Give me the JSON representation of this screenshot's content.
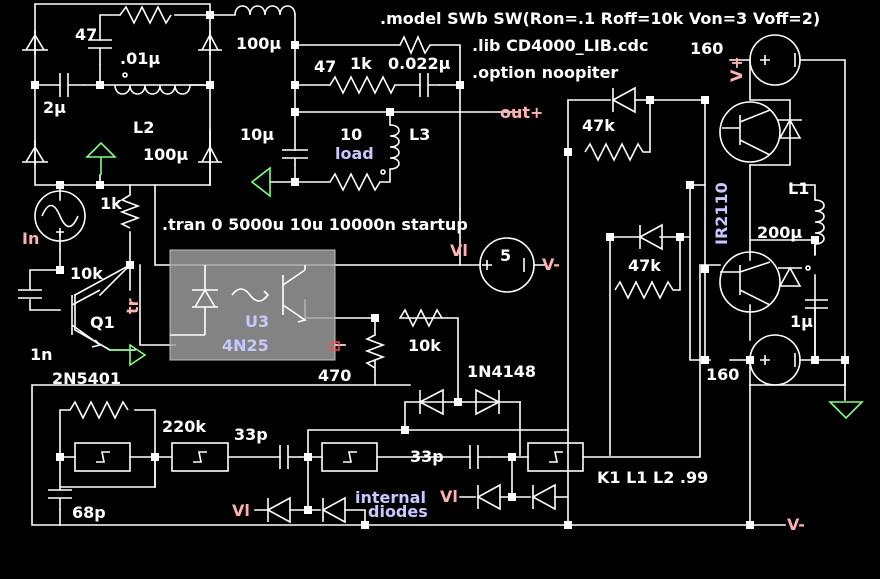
{
  "directives": {
    "model": ".model SWb SW(Ron=.1 Roff=10k Von=3 Voff=2)",
    "lib": ".lib CD4000_LIB.cdc",
    "option": ".option noopiter",
    "tran": ".tran 0 5000u 10u 10000n startup",
    "coupling": "K1 L1 L2 .99"
  },
  "components": {
    "c_47": "47",
    "c_01u": ".01µ",
    "l_100u_top": "100µ",
    "c_2u": "2µ",
    "l2_name": "L2",
    "l2_value": "100µ",
    "r_47": "47",
    "r_1k_top": "1k",
    "c_0022u": "0.022µ",
    "c_10u": "10µ",
    "r_load_value": "10",
    "r_load_name": "load",
    "l3_name": "L3",
    "r_1k_left": "1k",
    "source_in": "In",
    "r_10k_q1": "10k",
    "c_1n": "1n",
    "q1_name": "Q1",
    "q1_model": "2N5401",
    "tr_label": "tr",
    "u3_name": "U3",
    "u3_model": "4N25",
    "r_470": "470",
    "r_10k_mid": "10k",
    "d_1n4148": "1N4148",
    "r_47k_top": "47k",
    "r_47k_bot": "47k",
    "ir2110": "IR2110",
    "l1_name": "L1",
    "l1_value": "200µ",
    "c_1u": "1µ",
    "sw_160_top": "160",
    "sw_160_bot": "160",
    "r_220k": "220k",
    "c_33p_a": "33p",
    "c_33p_b": "33p",
    "c_68p": "68p",
    "internal": "internal",
    "diodes": "diodes",
    "v5": "5"
  },
  "nets": {
    "out_plus": "out+",
    "v_plus": "V+",
    "v_minus_right": "V-",
    "v_minus_bottom": "V-",
    "vl_source": "Vl",
    "vl_bottom_left": "Vl",
    "vl_bottom_mid": "Vl"
  },
  "colors": {
    "background": "#000000",
    "wire": "#ffffff",
    "net_label": "#ffb0b0",
    "component_name": "#c8c8ff",
    "ground": "#80ff80",
    "optocoupler_fill": "#a0a0a0"
  }
}
